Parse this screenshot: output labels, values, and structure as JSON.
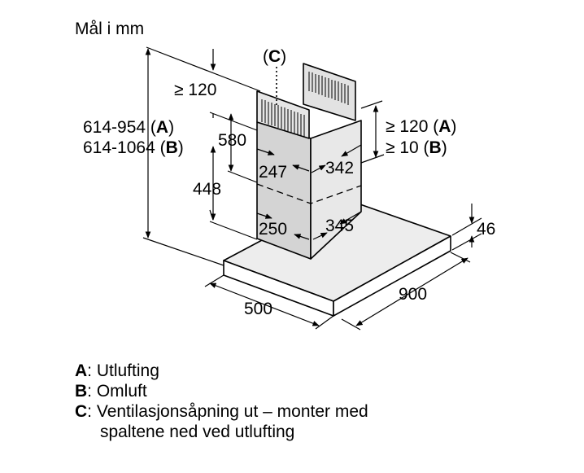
{
  "units_label": "Mål i mm",
  "vent_callout": {
    "open": "(",
    "letter": "C",
    "close": ")"
  },
  "dims": {
    "top_clearance": "≥ 120",
    "chimney_top": "580",
    "chimney_bottom": "448",
    "total_height_a": {
      "value": "614-954 (",
      "letter": "A",
      "close": ")"
    },
    "total_height_b": {
      "value": "614-1064 (",
      "letter": "B",
      "close": ")"
    },
    "right_clearance_a": {
      "value": "≥ 120 (",
      "letter": "A",
      "close": ")"
    },
    "right_clearance_b": {
      "value": "≥ 10 (",
      "letter": "B",
      "close": ")"
    },
    "upper_width": "247",
    "upper_depth": "342",
    "lower_width": "250",
    "lower_depth": "345",
    "canopy_height": "46",
    "canopy_depth": "500",
    "canopy_width": "900"
  },
  "legend": [
    {
      "key": "A",
      "text": ": Utlufting"
    },
    {
      "key": "B",
      "text": ": Omluft"
    },
    {
      "key": "C",
      "text": ": Ventilasjonsåpning ut – monter med",
      "continuation": "spaltene ned ved utlufting"
    }
  ]
}
